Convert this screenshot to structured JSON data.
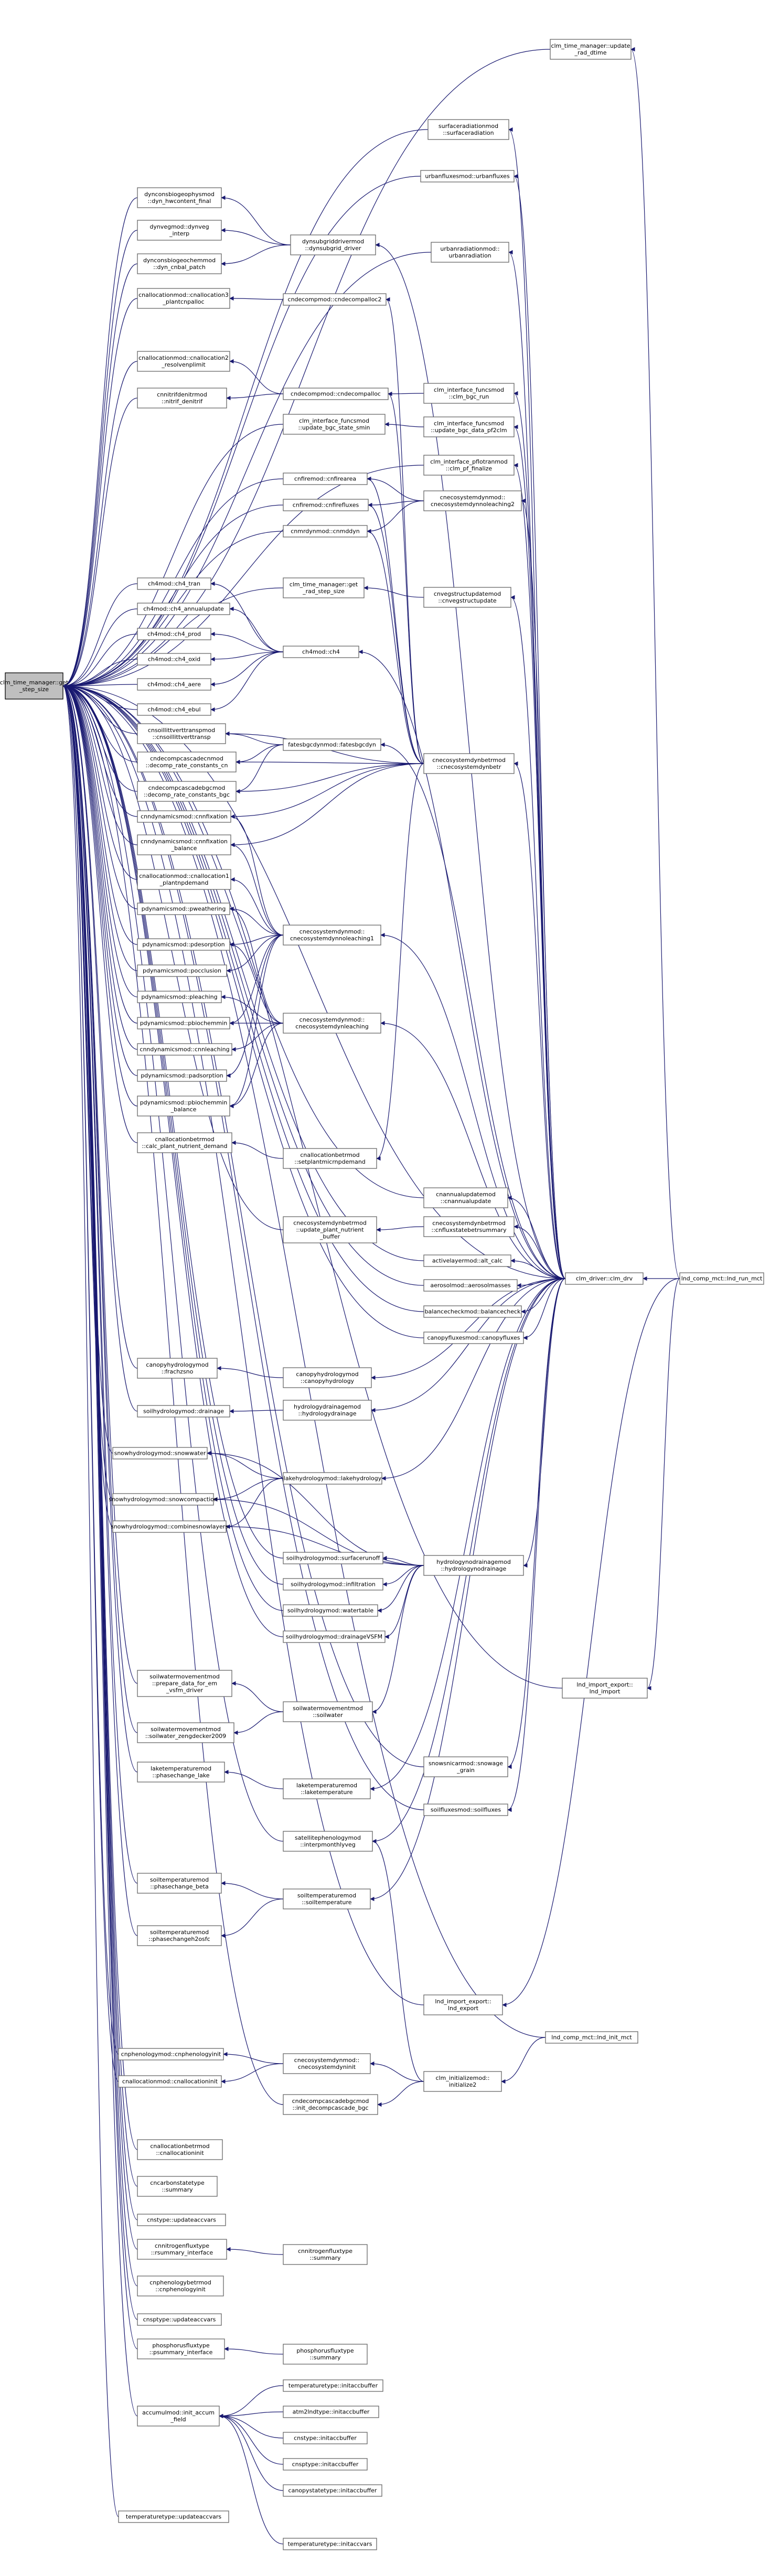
{
  "colors": {
    "edge": "#191970",
    "root_fill": "#bfbfbf",
    "node_border": "#666666"
  },
  "nodes": [
    {
      "id": "n1",
      "lines": [
        "clm_time_manager::get",
        "_step_size"
      ]
    },
    {
      "id": "n2",
      "lines": [
        "clm_time_manager::update",
        "_rad_dtime"
      ]
    },
    {
      "id": "n3",
      "lines": [
        "lnd_comp_mct::lnd_run_mct"
      ]
    },
    {
      "id": "n4",
      "lines": [
        "surfaceradiationmod",
        "::surfaceradiation"
      ]
    },
    {
      "id": "n5",
      "lines": [
        "urbanfluxesmod::urbanfluxes"
      ]
    },
    {
      "id": "n6",
      "lines": [
        "dynconsbiogeophysmod",
        "::dyn_hwcontent_final"
      ]
    },
    {
      "id": "n7",
      "lines": [
        "dynvegmod::dynveg",
        "_interp"
      ]
    },
    {
      "id": "n8",
      "lines": [
        "dynsubgriddrivermod",
        "::dynsubgrid_driver"
      ]
    },
    {
      "id": "n9",
      "lines": [
        "dynconsbiogeochemmod",
        "::dyn_cnbal_patch"
      ]
    },
    {
      "id": "n10",
      "lines": [
        "urbanradiationmod::",
        "urbanradiation"
      ]
    },
    {
      "id": "n11",
      "lines": [
        "cnallocationmod::cnallocation3",
        "_plantcnpalloc"
      ]
    },
    {
      "id": "n12",
      "lines": [
        "cndecompmod::cndecompalloc2"
      ]
    },
    {
      "id": "n13",
      "lines": [
        "cnallocationmod::cnallocation2",
        "_resolvenplimit"
      ]
    },
    {
      "id": "n14",
      "lines": [
        "cnnitrifdenitrmod",
        "::nitrif_denitrif"
      ]
    },
    {
      "id": "n15",
      "lines": [
        "cndecompmod::cndecompalloc"
      ]
    },
    {
      "id": "n16",
      "lines": [
        "clm_interface_funcsmod",
        "::clm_bgc_run"
      ]
    },
    {
      "id": "n17",
      "lines": [
        "clm_interface_funcsmod",
        "::update_bgc_state_smin"
      ]
    },
    {
      "id": "n18",
      "lines": [
        "clm_interface_funcsmod",
        "::update_bgc_data_pf2clm"
      ]
    },
    {
      "id": "n19",
      "lines": [
        "clm_interface_pflotranmod",
        "::clm_pf_finalize"
      ]
    },
    {
      "id": "n20",
      "lines": [
        "cnfiremod::cnfirearea"
      ]
    },
    {
      "id": "n21",
      "lines": [
        "cnfiremod::cnfirefluxes"
      ]
    },
    {
      "id": "n22",
      "lines": [
        "cnecosystemdynmod::",
        "cnecosystemdynnoleaching2"
      ]
    },
    {
      "id": "n23",
      "lines": [
        "cnmrdynmod::cnmddyn"
      ]
    },
    {
      "id": "n24",
      "lines": [
        "ch4mod::ch4_tran"
      ]
    },
    {
      "id": "n25",
      "lines": [
        "clm_time_manager::get",
        "_rad_step_size"
      ]
    },
    {
      "id": "n26",
      "lines": [
        "cnvegstructupdatemod",
        "::cnvegstructupdate"
      ]
    },
    {
      "id": "n27",
      "lines": [
        "ch4mod::ch4_annualupdate"
      ]
    },
    {
      "id": "n28",
      "lines": [
        "ch4mod::ch4_prod"
      ]
    },
    {
      "id": "n29",
      "lines": [
        "ch4mod::ch4"
      ]
    },
    {
      "id": "n30",
      "lines": [
        "ch4mod::ch4_oxid"
      ]
    },
    {
      "id": "n31",
      "lines": [
        "ch4mod::ch4_aere"
      ]
    },
    {
      "id": "n32",
      "lines": [
        "ch4mod::ch4_ebul"
      ]
    },
    {
      "id": "n33",
      "lines": [
        "cnsoillittverttranspmod",
        "::cnsoillittverttransp"
      ]
    },
    {
      "id": "n34",
      "lines": [
        "cndecompcascadecnmod",
        "::decomp_rate_constants_cn"
      ]
    },
    {
      "id": "n35",
      "lines": [
        "fatesbgcdynmod::fatesbgcdyn"
      ]
    },
    {
      "id": "n36",
      "lines": [
        "cndecompcascadebgcmod",
        "::decomp_rate_constants_bgc"
      ]
    },
    {
      "id": "n37",
      "lines": [
        "cnecosystemdynbetrmod",
        "::cnecosystemdynbetr"
      ]
    },
    {
      "id": "n38",
      "lines": [
        "cnndynamicsmod::cnnfixation"
      ]
    },
    {
      "id": "n39",
      "lines": [
        "cnndynamicsmod::cnnfixation",
        "_balance"
      ]
    },
    {
      "id": "n40",
      "lines": [
        "cnallocationmod::cnallocation1",
        "_plantnpdemand"
      ]
    },
    {
      "id": "n41",
      "lines": [
        "pdynamicsmod::pweathering"
      ]
    },
    {
      "id": "n42",
      "lines": [
        "cnecosystemdynmod::",
        "cnecosystemdynnoleaching1"
      ]
    },
    {
      "id": "n43",
      "lines": [
        "pdynamicsmod::pdesorption"
      ]
    },
    {
      "id": "n44",
      "lines": [
        "pdynamicsmod::pocclusion"
      ]
    },
    {
      "id": "n45",
      "lines": [
        "pdynamicsmod::pleaching"
      ]
    },
    {
      "id": "n46",
      "lines": [
        "cnecosystemdynmod::",
        "cnecosystemdynleaching"
      ]
    },
    {
      "id": "n47",
      "lines": [
        "pdynamicsmod::pbiochemmin"
      ]
    },
    {
      "id": "n48",
      "lines": [
        "cnndynamicsmod::cnnleaching"
      ]
    },
    {
      "id": "n49",
      "lines": [
        "pdynamicsmod::padsorption"
      ]
    },
    {
      "id": "n50",
      "lines": [
        "pdynamicsmod::pbiochemmin",
        "_balance"
      ]
    },
    {
      "id": "n51",
      "lines": [
        "cnallocationbetrmod",
        "::calc_plant_nutrient_demand"
      ]
    },
    {
      "id": "n52",
      "lines": [
        "cnallocationbetrmod",
        "::setplantmicrnpdemand"
      ]
    },
    {
      "id": "n53",
      "lines": [
        "cnannualupdatemod",
        "::cnannualupdate"
      ]
    },
    {
      "id": "n54",
      "lines": [
        "cnecosystemdynbetrmod",
        "::update_plant_nutrient",
        "_buffer"
      ]
    },
    {
      "id": "n55",
      "lines": [
        "cnecosystemdynbetrmod",
        "::cnfluxstatebetrsummary"
      ]
    },
    {
      "id": "n56",
      "lines": [
        "clm_driver::clm_drv"
      ]
    },
    {
      "id": "n57",
      "lines": [
        "activelayermod::alt_calc"
      ]
    },
    {
      "id": "n58",
      "lines": [
        "aerosolmod::aerosolmasses"
      ]
    },
    {
      "id": "n59",
      "lines": [
        "balancecheckmod::balancecheck"
      ]
    },
    {
      "id": "n60",
      "lines": [
        "canopyfluxesmod::canopyfluxes"
      ]
    },
    {
      "id": "n61",
      "lines": [
        "canopyhydrologymod",
        "::frachzsno"
      ]
    },
    {
      "id": "n62",
      "lines": [
        "canopyhydrologymod",
        "::canopyhydrology"
      ]
    },
    {
      "id": "n63",
      "lines": [
        "soilhydrologymod::drainage"
      ]
    },
    {
      "id": "n64",
      "lines": [
        "hydrologydrainagemod",
        "::hydrologydrainage"
      ]
    },
    {
      "id": "n65",
      "lines": [
        "snowhydrologymod::snowwater"
      ]
    },
    {
      "id": "n66",
      "lines": [
        "lakehydrologymod::lakehydrology"
      ]
    },
    {
      "id": "n67",
      "lines": [
        "snowhydrologymod::snowcompaction"
      ]
    },
    {
      "id": "n68",
      "lines": [
        "snowhydrologymod::combinesnowlayers"
      ]
    },
    {
      "id": "n69",
      "lines": [
        "soilhydrologymod::surfacerunoff"
      ]
    },
    {
      "id": "n70",
      "lines": [
        "hydrologynodrainagemod",
        "::hydrologynodrainage"
      ]
    },
    {
      "id": "n71",
      "lines": [
        "soilhydrologymod::infiltration"
      ]
    },
    {
      "id": "n72",
      "lines": [
        "soilhydrologymod::watertable"
      ]
    },
    {
      "id": "n73",
      "lines": [
        "soilhydrologymod::drainageVSFM"
      ]
    },
    {
      "id": "n74",
      "lines": [
        "soilwatermovementmod",
        "::prepare_data_for_em",
        "_vsfm_driver"
      ]
    },
    {
      "id": "n75",
      "lines": [
        "soilwatermovementmod",
        "::soilwater"
      ]
    },
    {
      "id": "n76",
      "lines": [
        "soilwatermovementmod",
        "::soilwater_zengdecker2009"
      ]
    },
    {
      "id": "n77",
      "lines": [
        "lnd_import_export::",
        "lnd_import"
      ]
    },
    {
      "id": "n78",
      "lines": [
        "laketemperaturemod",
        "::phasechange_lake"
      ]
    },
    {
      "id": "n79",
      "lines": [
        "laketemperaturemod",
        "::laketemperature"
      ]
    },
    {
      "id": "n80",
      "lines": [
        "snowsnicarmod::snowage",
        "_grain"
      ]
    },
    {
      "id": "n81",
      "lines": [
        "soilfluxesmod::soilfluxes"
      ]
    },
    {
      "id": "n82",
      "lines": [
        "satellitephenologymod",
        "::interpmonthlyveg"
      ]
    },
    {
      "id": "n83",
      "lines": [
        "soiltemperaturemod",
        "::phasechange_beta"
      ]
    },
    {
      "id": "n84",
      "lines": [
        "soiltemperaturemod",
        "::soiltemperature"
      ]
    },
    {
      "id": "n85",
      "lines": [
        "soiltemperaturemod",
        "::phasechangeh2osfc"
      ]
    },
    {
      "id": "n86",
      "lines": [
        "lnd_import_export::",
        "lnd_export"
      ]
    },
    {
      "id": "n87",
      "lines": [
        "lnd_comp_mct::lnd_init_mct"
      ]
    },
    {
      "id": "n88",
      "lines": [
        "cnphenologymod::cnphenologyinit"
      ]
    },
    {
      "id": "n89",
      "lines": [
        "cnecosystemdynmod::",
        "cnecosystemdyninit"
      ]
    },
    {
      "id": "n90",
      "lines": [
        "clm_initializemod::",
        "initialize2"
      ]
    },
    {
      "id": "n91",
      "lines": [
        "cnallocationmod::cnallocationinit"
      ]
    },
    {
      "id": "n92",
      "lines": [
        "cndecompcascadebgcmod",
        "::init_decompcascade_bgc"
      ]
    },
    {
      "id": "n93",
      "lines": [
        "cnallocationbetrmod",
        "::cnallocationinit"
      ]
    },
    {
      "id": "n94",
      "lines": [
        "cncarbonstatetype",
        "::summary"
      ]
    },
    {
      "id": "n95",
      "lines": [
        "cnstype::updateaccvars"
      ]
    },
    {
      "id": "n96",
      "lines": [
        "cnnitrogenfluxtype",
        "::rsummary_interface"
      ]
    },
    {
      "id": "n97",
      "lines": [
        "cnnitrogenfluxtype",
        "::summary"
      ]
    },
    {
      "id": "n98",
      "lines": [
        "cnphenologybetrmod",
        "::cnphenologyinit"
      ]
    },
    {
      "id": "n99",
      "lines": [
        "cnsptype::updateaccvars"
      ]
    },
    {
      "id": "n100",
      "lines": [
        "phosphorusfluxtype",
        "::psummary_interface"
      ]
    },
    {
      "id": "n101",
      "lines": [
        "phosphorusfluxtype",
        "::summary"
      ]
    },
    {
      "id": "n102",
      "lines": [
        "temperaturetype::initaccbuffer"
      ]
    },
    {
      "id": "n103",
      "lines": [
        "accumulmod::init_accum",
        "_field"
      ]
    },
    {
      "id": "n104",
      "lines": [
        "atm2lndtype::initaccbuffer"
      ]
    },
    {
      "id": "n105",
      "lines": [
        "cnstype::initaccbuffer"
      ]
    },
    {
      "id": "n106",
      "lines": [
        "cnsptype::initaccbuffer"
      ]
    },
    {
      "id": "n107",
      "lines": [
        "canopystatetype::initaccbuffer"
      ]
    },
    {
      "id": "n108",
      "lines": [
        "temperaturetype::updateaccvars"
      ]
    },
    {
      "id": "n109",
      "lines": [
        "temperaturetype::initaccvars"
      ]
    }
  ],
  "edges": [
    [
      "n2",
      "n1"
    ],
    [
      "n3",
      "n2"
    ],
    [
      "n4",
      "n1"
    ],
    [
      "n56",
      "n4"
    ],
    [
      "n5",
      "n1"
    ],
    [
      "n56",
      "n5"
    ],
    [
      "n6",
      "n1"
    ],
    [
      "n8",
      "n6"
    ],
    [
      "n7",
      "n1"
    ],
    [
      "n8",
      "n7"
    ],
    [
      "n9",
      "n1"
    ],
    [
      "n8",
      "n9"
    ],
    [
      "n56",
      "n8"
    ],
    [
      "n10",
      "n1"
    ],
    [
      "n56",
      "n10"
    ],
    [
      "n11",
      "n1"
    ],
    [
      "n12",
      "n11"
    ],
    [
      "n37",
      "n12"
    ],
    [
      "n13",
      "n1"
    ],
    [
      "n15",
      "n13"
    ],
    [
      "n14",
      "n1"
    ],
    [
      "n15",
      "n14"
    ],
    [
      "n16",
      "n15"
    ],
    [
      "n37",
      "n15"
    ],
    [
      "n56",
      "n16"
    ],
    [
      "n17",
      "n1"
    ],
    [
      "n18",
      "n17"
    ],
    [
      "n56",
      "n18"
    ],
    [
      "n19",
      "n1"
    ],
    [
      "n56",
      "n19"
    ],
    [
      "n20",
      "n1"
    ],
    [
      "n22",
      "n20"
    ],
    [
      "n37",
      "n20"
    ],
    [
      "n21",
      "n1"
    ],
    [
      "n22",
      "n21"
    ],
    [
      "n37",
      "n21"
    ],
    [
      "n56",
      "n22"
    ],
    [
      "n23",
      "n1"
    ],
    [
      "n22",
      "n23"
    ],
    [
      "n37",
      "n23"
    ],
    [
      "n24",
      "n1"
    ],
    [
      "n29",
      "n24"
    ],
    [
      "n25",
      "n1"
    ],
    [
      "n26",
      "n25"
    ],
    [
      "n56",
      "n26"
    ],
    [
      "n27",
      "n1"
    ],
    [
      "n29",
      "n27"
    ],
    [
      "n28",
      "n1"
    ],
    [
      "n29",
      "n28"
    ],
    [
      "n30",
      "n1"
    ],
    [
      "n29",
      "n30"
    ],
    [
      "n31",
      "n1"
    ],
    [
      "n29",
      "n31"
    ],
    [
      "n32",
      "n1"
    ],
    [
      "n29",
      "n32"
    ],
    [
      "n56",
      "n29"
    ],
    [
      "n33",
      "n1"
    ],
    [
      "n35",
      "n33"
    ],
    [
      "n37",
      "n33"
    ],
    [
      "n34",
      "n1"
    ],
    [
      "n35",
      "n34"
    ],
    [
      "n37",
      "n34"
    ],
    [
      "n36",
      "n1"
    ],
    [
      "n35",
      "n36"
    ],
    [
      "n37",
      "n36"
    ],
    [
      "n56",
      "n37"
    ],
    [
      "n56",
      "n35"
    ],
    [
      "n38",
      "n1"
    ],
    [
      "n42",
      "n38"
    ],
    [
      "n37",
      "n38"
    ],
    [
      "n39",
      "n1"
    ],
    [
      "n42",
      "n39"
    ],
    [
      "n37",
      "n39"
    ],
    [
      "n40",
      "n1"
    ],
    [
      "n42",
      "n40"
    ],
    [
      "n41",
      "n1"
    ],
    [
      "n42",
      "n41"
    ],
    [
      "n46",
      "n41"
    ],
    [
      "n43",
      "n1"
    ],
    [
      "n42",
      "n43"
    ],
    [
      "n46",
      "n43"
    ],
    [
      "n44",
      "n1"
    ],
    [
      "n42",
      "n44"
    ],
    [
      "n45",
      "n1"
    ],
    [
      "n46",
      "n45"
    ],
    [
      "n47",
      "n1"
    ],
    [
      "n42",
      "n47"
    ],
    [
      "n46",
      "n47"
    ],
    [
      "n48",
      "n1"
    ],
    [
      "n46",
      "n48"
    ],
    [
      "n49",
      "n1"
    ],
    [
      "n42",
      "n49"
    ],
    [
      "n50",
      "n1"
    ],
    [
      "n42",
      "n50"
    ],
    [
      "n46",
      "n50"
    ],
    [
      "n56",
      "n42"
    ],
    [
      "n56",
      "n46"
    ],
    [
      "n51",
      "n1"
    ],
    [
      "n52",
      "n51"
    ],
    [
      "n37",
      "n52"
    ],
    [
      "n53",
      "n1"
    ],
    [
      "n56",
      "n53"
    ],
    [
      "n54",
      "n1"
    ],
    [
      "n55",
      "n54"
    ],
    [
      "n56",
      "n55"
    ],
    [
      "n3",
      "n56"
    ],
    [
      "n56",
      "n1"
    ],
    [
      "n57",
      "n1"
    ],
    [
      "n56",
      "n57"
    ],
    [
      "n58",
      "n1"
    ],
    [
      "n56",
      "n58"
    ],
    [
      "n59",
      "n1"
    ],
    [
      "n56",
      "n59"
    ],
    [
      "n60",
      "n1"
    ],
    [
      "n56",
      "n60"
    ],
    [
      "n61",
      "n1"
    ],
    [
      "n62",
      "n61"
    ],
    [
      "n56",
      "n62"
    ],
    [
      "n63",
      "n1"
    ],
    [
      "n64",
      "n63"
    ],
    [
      "n56",
      "n64"
    ],
    [
      "n65",
      "n1"
    ],
    [
      "n66",
      "n65"
    ],
    [
      "n70",
      "n65"
    ],
    [
      "n67",
      "n1"
    ],
    [
      "n66",
      "n67"
    ],
    [
      "n70",
      "n67"
    ],
    [
      "n68",
      "n1"
    ],
    [
      "n66",
      "n68"
    ],
    [
      "n70",
      "n68"
    ],
    [
      "n56",
      "n66"
    ],
    [
      "n69",
      "n1"
    ],
    [
      "n70",
      "n69"
    ],
    [
      "n71",
      "n1"
    ],
    [
      "n70",
      "n71"
    ],
    [
      "n72",
      "n1"
    ],
    [
      "n70",
      "n72"
    ],
    [
      "n73",
      "n1"
    ],
    [
      "n70",
      "n73"
    ],
    [
      "n56",
      "n70"
    ],
    [
      "n74",
      "n1"
    ],
    [
      "n75",
      "n74"
    ],
    [
      "n76",
      "n1"
    ],
    [
      "n75",
      "n76"
    ],
    [
      "n70",
      "n75"
    ],
    [
      "n77",
      "n1"
    ],
    [
      "n3",
      "n77"
    ],
    [
      "n78",
      "n1"
    ],
    [
      "n79",
      "n78"
    ],
    [
      "n56",
      "n79"
    ],
    [
      "n80",
      "n1"
    ],
    [
      "n56",
      "n80"
    ],
    [
      "n81",
      "n1"
    ],
    [
      "n56",
      "n81"
    ],
    [
      "n82",
      "n1"
    ],
    [
      "n56",
      "n82"
    ],
    [
      "n90",
      "n82"
    ],
    [
      "n83",
      "n1"
    ],
    [
      "n84",
      "n83"
    ],
    [
      "n85",
      "n1"
    ],
    [
      "n84",
      "n85"
    ],
    [
      "n56",
      "n84"
    ],
    [
      "n86",
      "n1"
    ],
    [
      "n3",
      "n86"
    ],
    [
      "n87",
      "n1"
    ],
    [
      "n88",
      "n1"
    ],
    [
      "n89",
      "n88"
    ],
    [
      "n90",
      "n89"
    ],
    [
      "n87",
      "n90"
    ],
    [
      "n91",
      "n1"
    ],
    [
      "n89",
      "n91"
    ],
    [
      "n92",
      "n1"
    ],
    [
      "n90",
      "n92"
    ],
    [
      "n93",
      "n1"
    ],
    [
      "n94",
      "n1"
    ],
    [
      "n95",
      "n1"
    ],
    [
      "n96",
      "n1"
    ],
    [
      "n97",
      "n96"
    ],
    [
      "n98",
      "n1"
    ],
    [
      "n99",
      "n1"
    ],
    [
      "n100",
      "n1"
    ],
    [
      "n101",
      "n100"
    ],
    [
      "n102",
      "n103"
    ],
    [
      "n104",
      "n103"
    ],
    [
      "n105",
      "n103"
    ],
    [
      "n106",
      "n103"
    ],
    [
      "n107",
      "n103"
    ],
    [
      "n109",
      "n103"
    ],
    [
      "n103",
      "n1"
    ],
    [
      "n108",
      "n1"
    ]
  ]
}
